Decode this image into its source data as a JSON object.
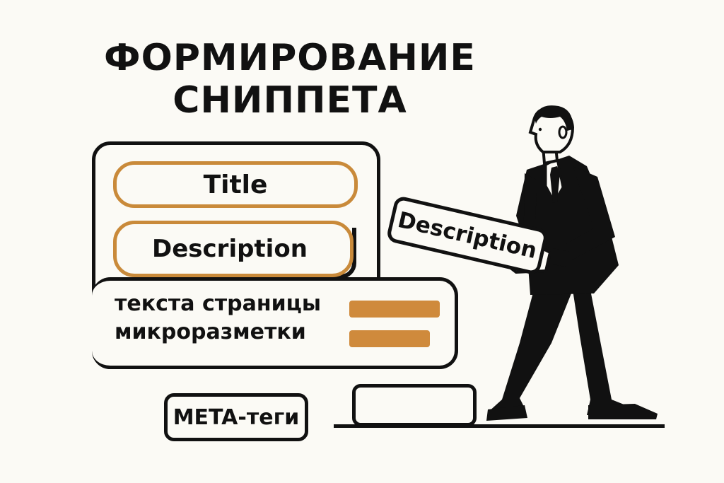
{
  "title": {
    "line1": "ФОРМИРОВАНИЕ",
    "line2": "СНИППЕТА"
  },
  "snippet": {
    "title_label": "Title",
    "description_label": "Description",
    "text_line1": "текста страницы",
    "text_line2": "микроразметки"
  },
  "meta_tag": "META-теги",
  "carried_block": "Description",
  "colors": {
    "accent": "#c98a3a",
    "ink": "#111111",
    "background": "#fbfaf5"
  },
  "icons": [
    "businessman-illustration"
  ]
}
